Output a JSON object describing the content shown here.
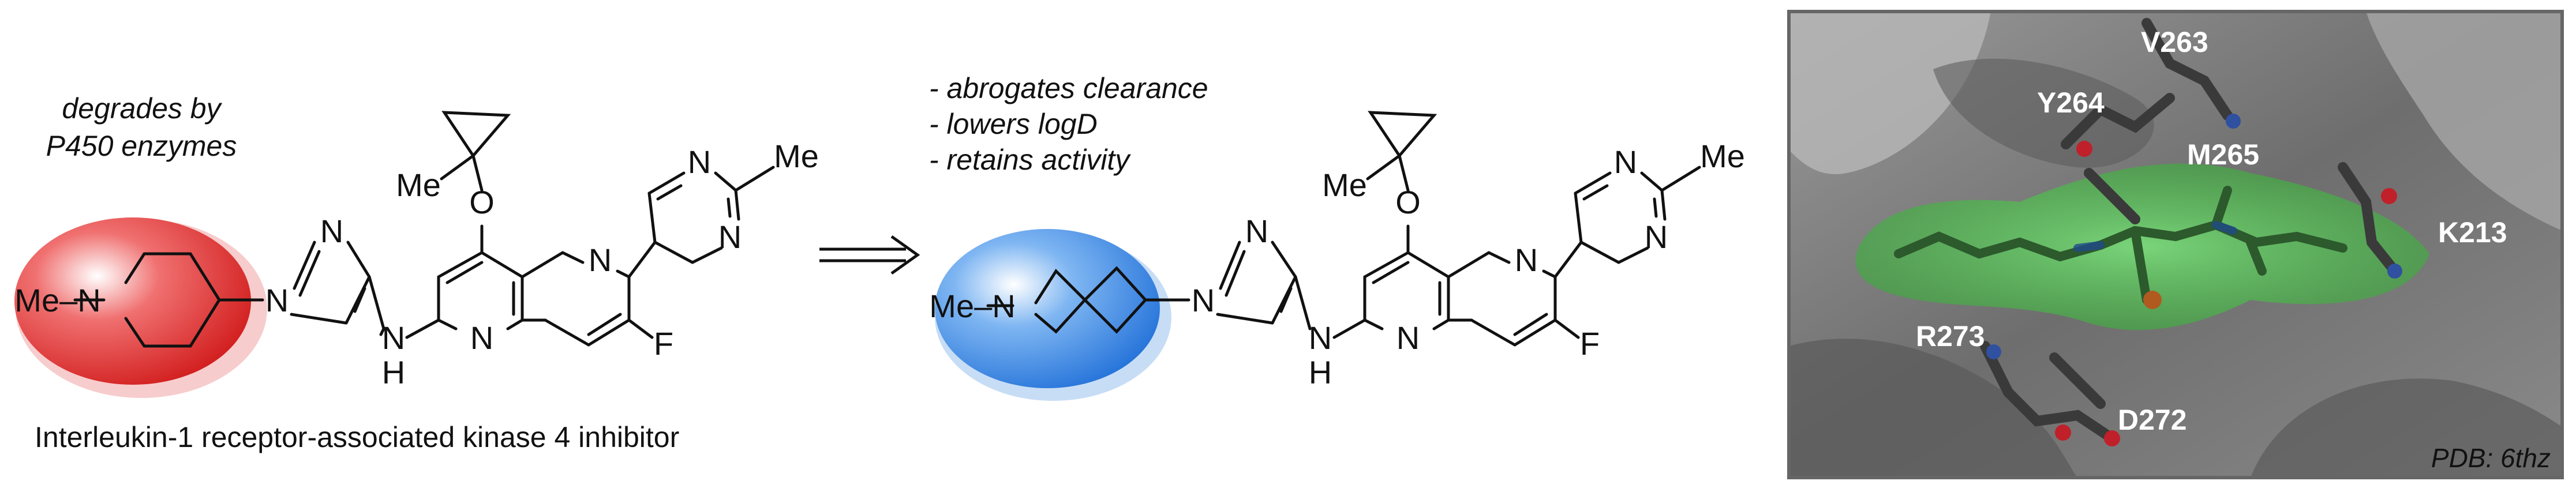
{
  "left": {
    "note_line1": "degrades by",
    "note_line2": "P450 enzymes",
    "caption": "Interleukin-1 receptor-associated kinase 4 inhibitor"
  },
  "middle": {
    "bullets": [
      "- abrogates clearance",
      "- lowers logD",
      "- retains activity"
    ]
  },
  "atoms": {
    "N": "N",
    "O": "O",
    "F": "F",
    "H": "H",
    "Me": "Me",
    "Me_dash": "Me–N"
  },
  "right": {
    "residues": [
      "V263",
      "Y264",
      "M265",
      "K213",
      "R273",
      "D272"
    ],
    "pdb": "PDB: 6thz"
  },
  "colors": {
    "red_highlight": "#e0242a",
    "blue_highlight": "#2f7fe0",
    "ligand_green": "#3fbf3f",
    "panel_border": "#666666"
  }
}
